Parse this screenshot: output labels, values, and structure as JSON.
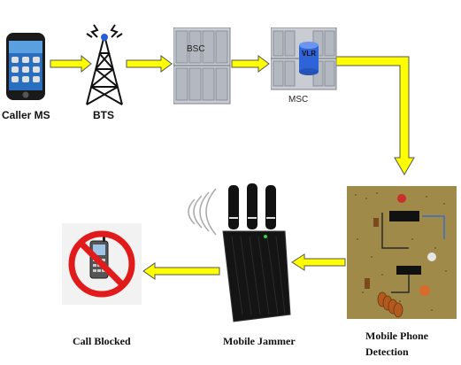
{
  "nodes": {
    "caller": {
      "label": "Caller MS"
    },
    "bts": {
      "label": "BTS"
    },
    "bsc": {
      "label": "BSC"
    },
    "msc": {
      "label": "MSC",
      "vlr_label": "VLR"
    },
    "detection": {
      "label_line1": "Mobile Phone",
      "label_line2": "Detection"
    },
    "jammer": {
      "label": "Mobile Jammer"
    },
    "blocked": {
      "label": "Call Blocked"
    }
  },
  "colors": {
    "arrow_fill": "#ffff00",
    "arrow_stroke": "#555555",
    "pcb": "#a08a4a"
  }
}
